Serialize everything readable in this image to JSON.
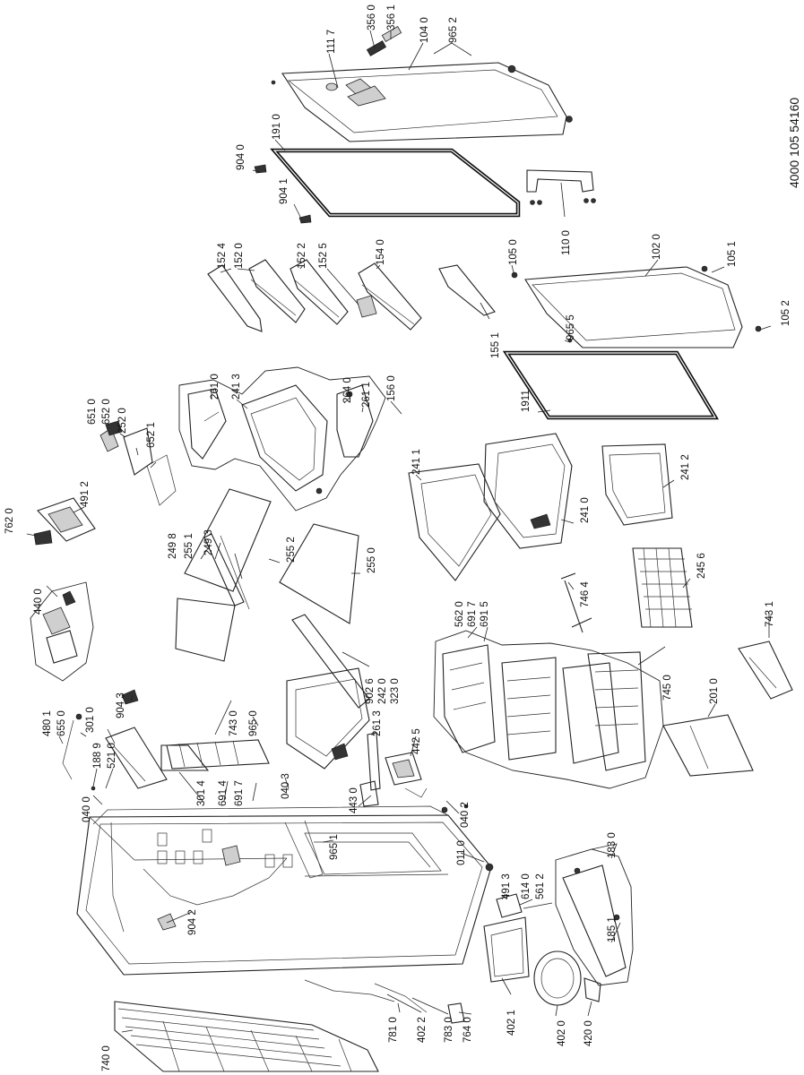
{
  "document_number": "4000 105 54160",
  "part_labels": [
    "111 7",
    "356 0",
    "356 1",
    "104 0",
    "965 2",
    "191 0",
    "904 0",
    "904 1",
    "110 0",
    "152 4",
    "152 0",
    "152 2",
    "152 5",
    "154 0",
    "105 0",
    "102 0",
    "105 1",
    "105 2",
    "965 5",
    "155 1",
    "651 0",
    "652 0",
    "252 0",
    "652 1",
    "261 0",
    "241 3",
    "264 0",
    "261 1",
    "156 0",
    "491 2",
    "762 0",
    "1911",
    "241 1",
    "241 0",
    "241 2",
    "249 8",
    "255 1",
    "249 3",
    "255 2",
    "255 0",
    "440 0",
    "746 4",
    "245 6",
    "480 1",
    "655 0",
    "301 0",
    "904 3",
    "743 0",
    "965 0",
    "902 6",
    "242 0",
    "323 0",
    "562 0",
    "691 7",
    "691 5",
    "743 1",
    "188 9",
    "521 0",
    "301 4",
    "691 4",
    "691 7",
    "040 3",
    "261 3",
    "442 5",
    "745 0",
    "201 0",
    "040 0",
    "443 0",
    "040 2",
    "965 1",
    "011 0",
    "491 3",
    "614 0",
    "561 2",
    "183 0",
    "185 1",
    "904 2",
    "740 0",
    "781 0",
    "402 2",
    "783 0",
    "764 0",
    "402 1",
    "402 0",
    "420 0"
  ]
}
